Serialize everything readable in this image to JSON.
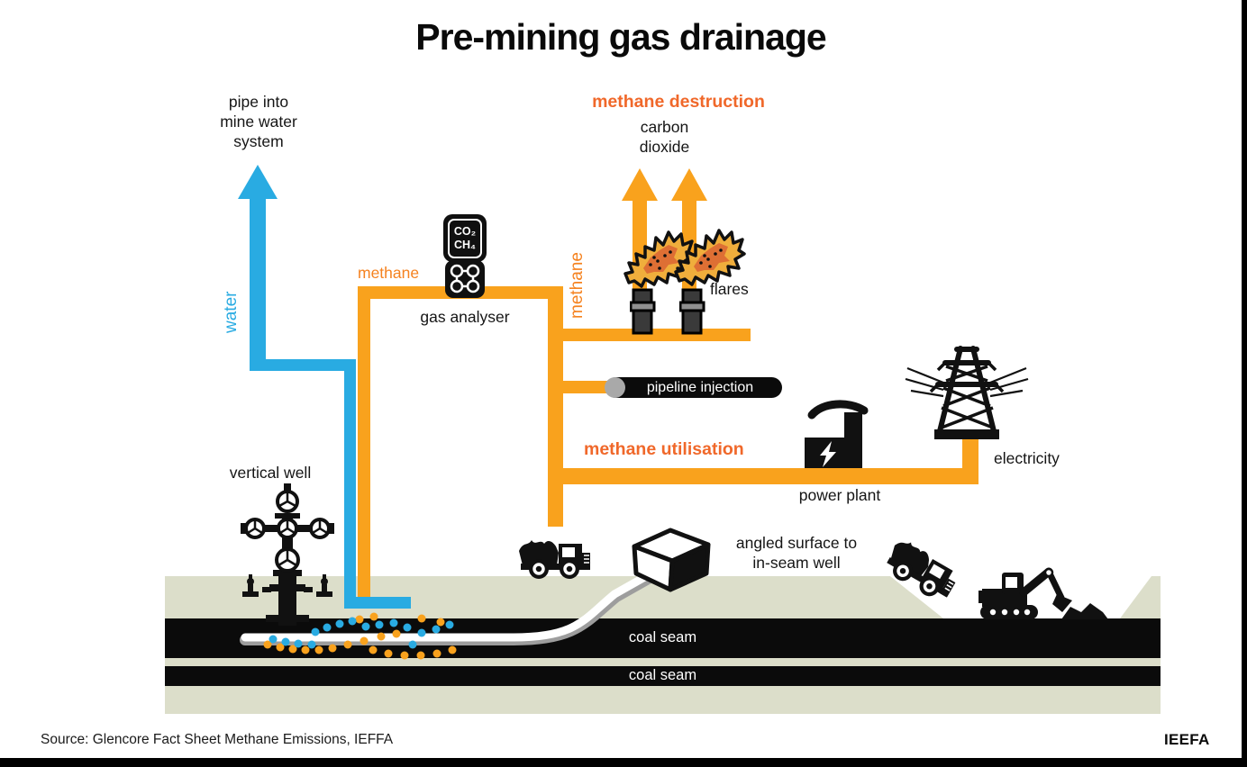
{
  "title": "Pre-mining gas drainage",
  "labels": {
    "pipe_into": "pipe into\nmine water\nsystem",
    "water": "water",
    "methane_left": "methane",
    "methane_right": "methane",
    "gas_analyser": "gas analyser",
    "analyser_co2": "CO₂",
    "analyser_ch4": "CH₄",
    "methane_destruction": "methane destruction",
    "carbon_dioxide": "carbon\ndioxide",
    "flares": "flares",
    "pipeline_injection": "pipeline injection",
    "methane_utilisation": "methane utilisation",
    "power_plant": "power plant",
    "electricity": "electricity",
    "vertical_well": "vertical well",
    "angled_well": "angled surface to\nin-seam well",
    "coal_seam_1": "coal seam",
    "coal_seam_2": "coal seam"
  },
  "footer": {
    "source": "Source: Glencore Fact Sheet Methane Emissions, IEFFA",
    "logo": "IEEFA"
  },
  "colors": {
    "pipe_orange": "#F9A21D",
    "label_orange": "#F5821F",
    "accent_orange": "#F0682A",
    "water_blue": "#29ABE2",
    "ground": "#DCDECA",
    "coal": "#0B0B0B",
    "flame_yellow": "#F0AE3C",
    "flame_inner": "#DE6F34"
  }
}
